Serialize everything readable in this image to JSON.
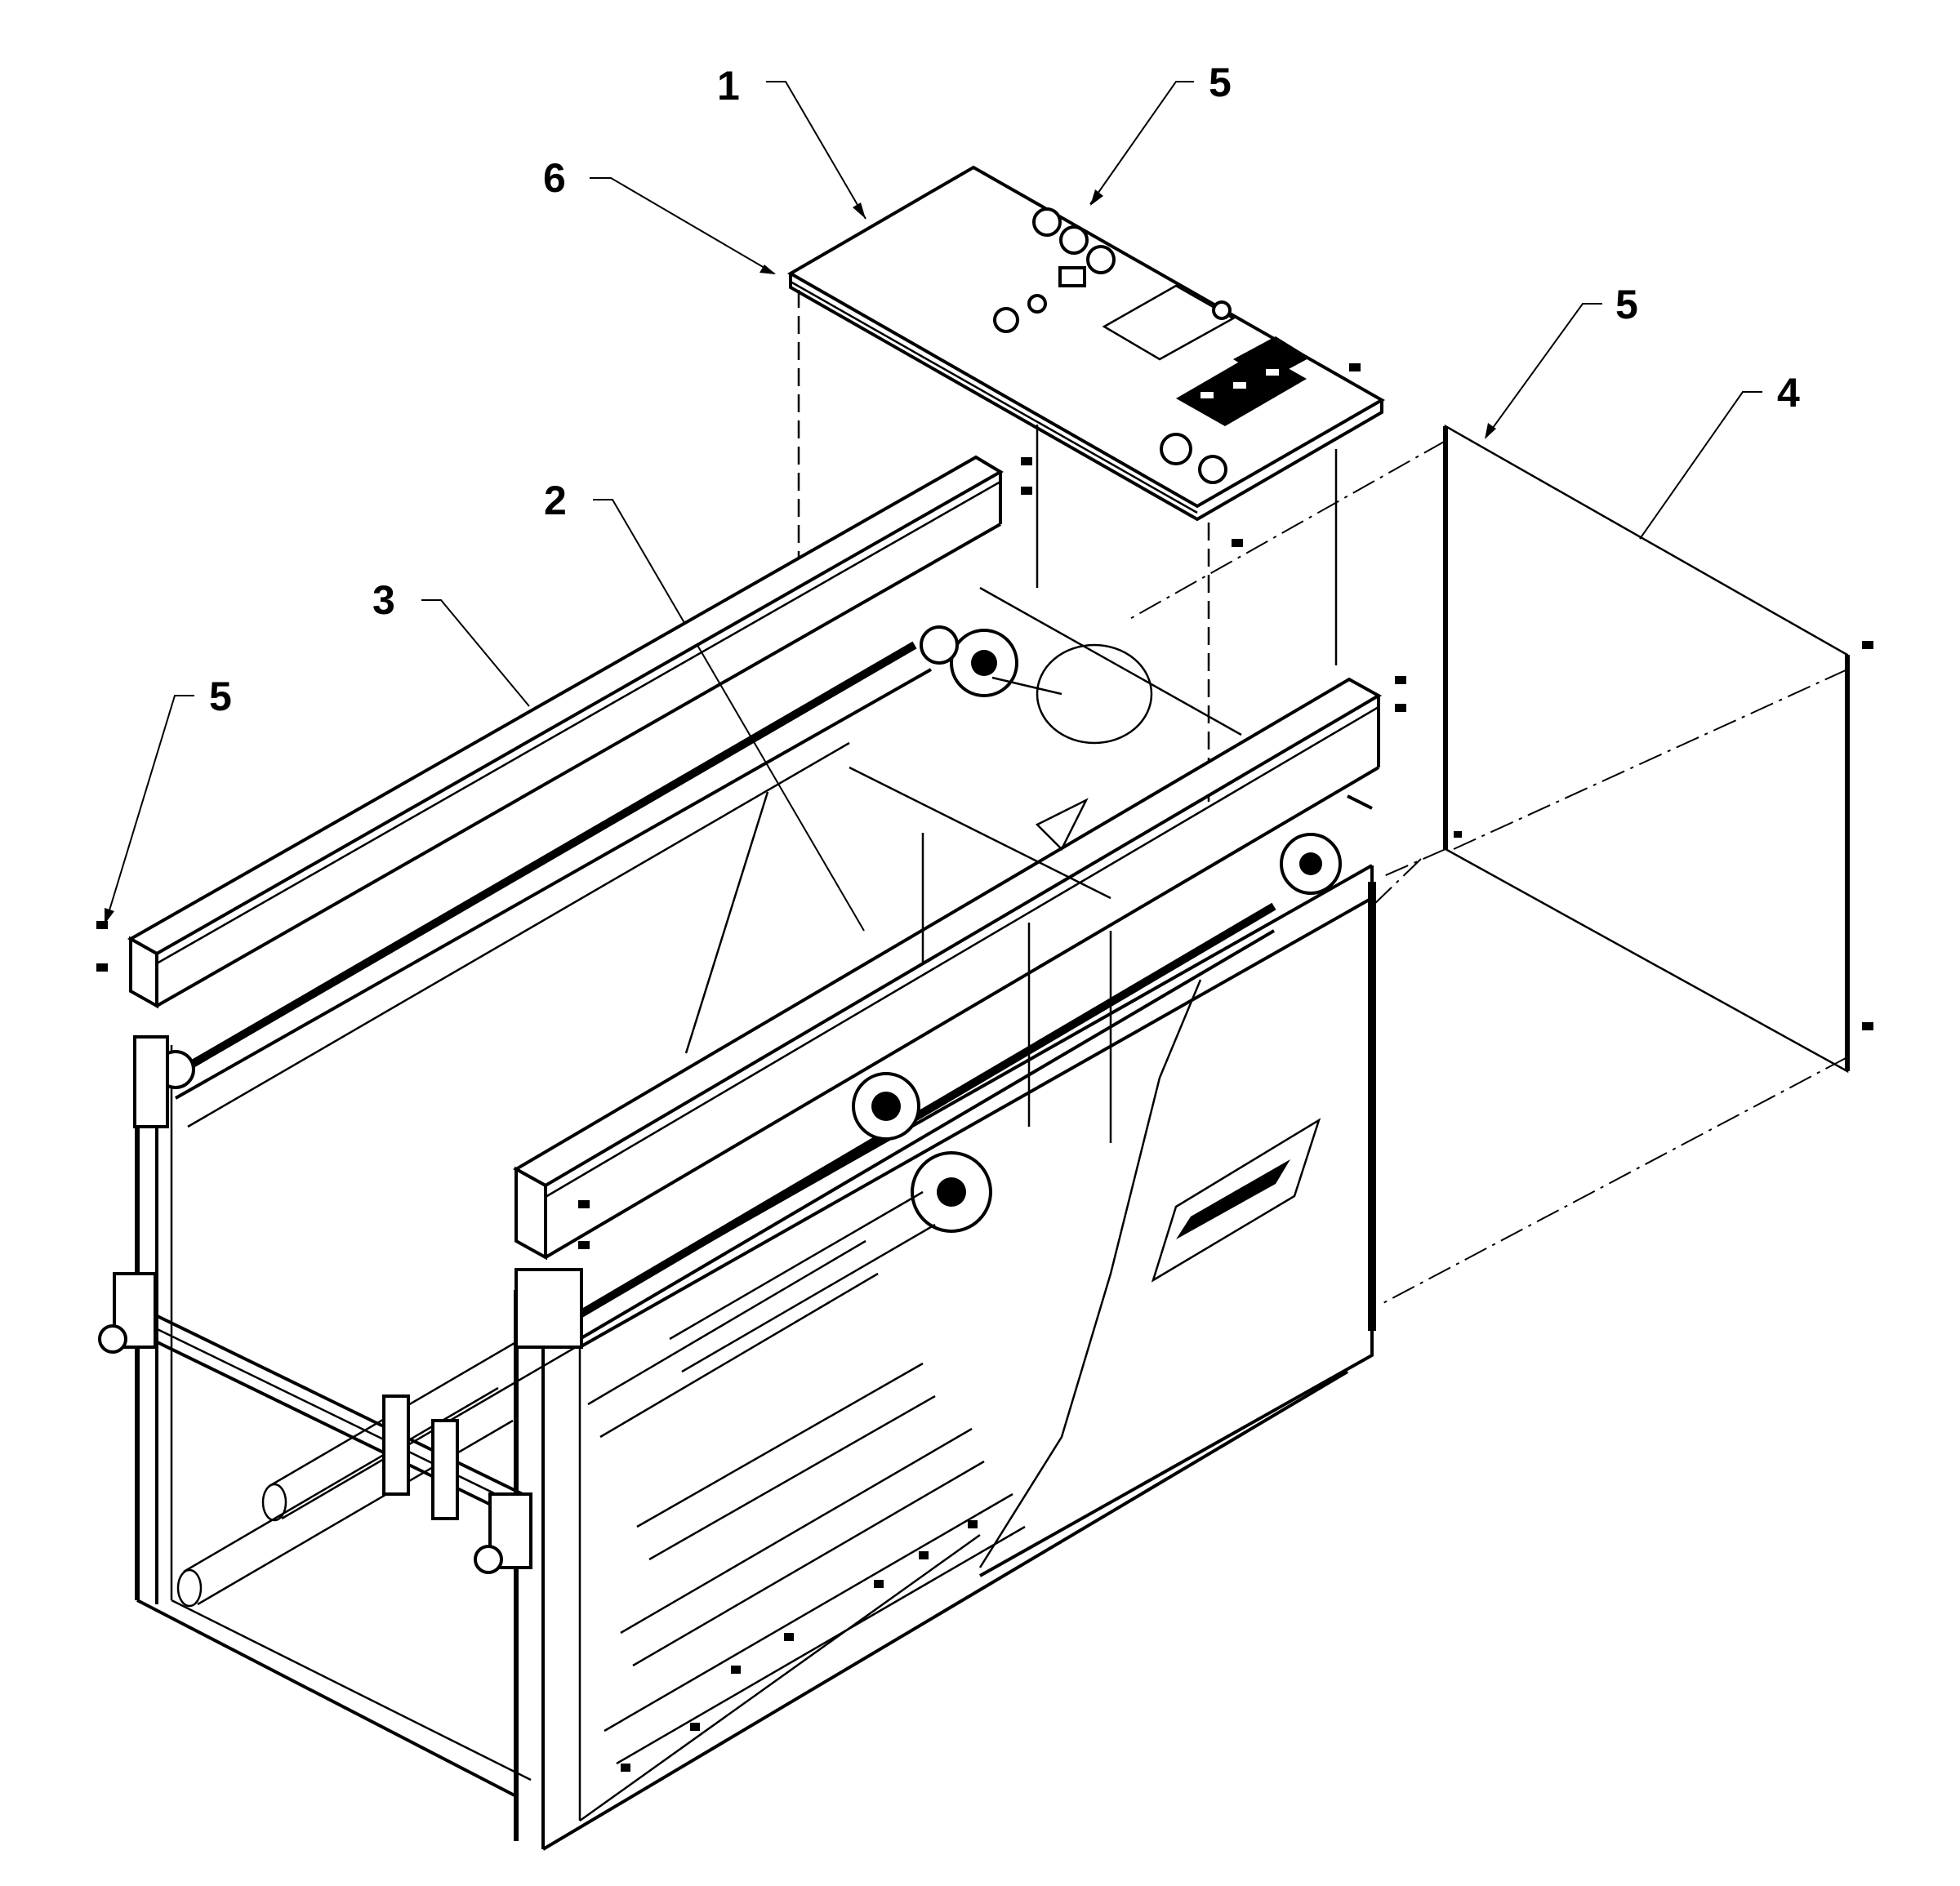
{
  "diagram": {
    "callouts": [
      {
        "id": "callout-1",
        "label": "1"
      },
      {
        "id": "callout-5-top",
        "label": "5"
      },
      {
        "id": "callout-6",
        "label": "6"
      },
      {
        "id": "callout-5-right",
        "label": "5"
      },
      {
        "id": "callout-4",
        "label": "4"
      },
      {
        "id": "callout-2",
        "label": "2"
      },
      {
        "id": "callout-3",
        "label": "3"
      },
      {
        "id": "callout-5-left",
        "label": "5"
      }
    ],
    "colors": {
      "ink": "#000000",
      "paper": "#ffffff"
    }
  }
}
